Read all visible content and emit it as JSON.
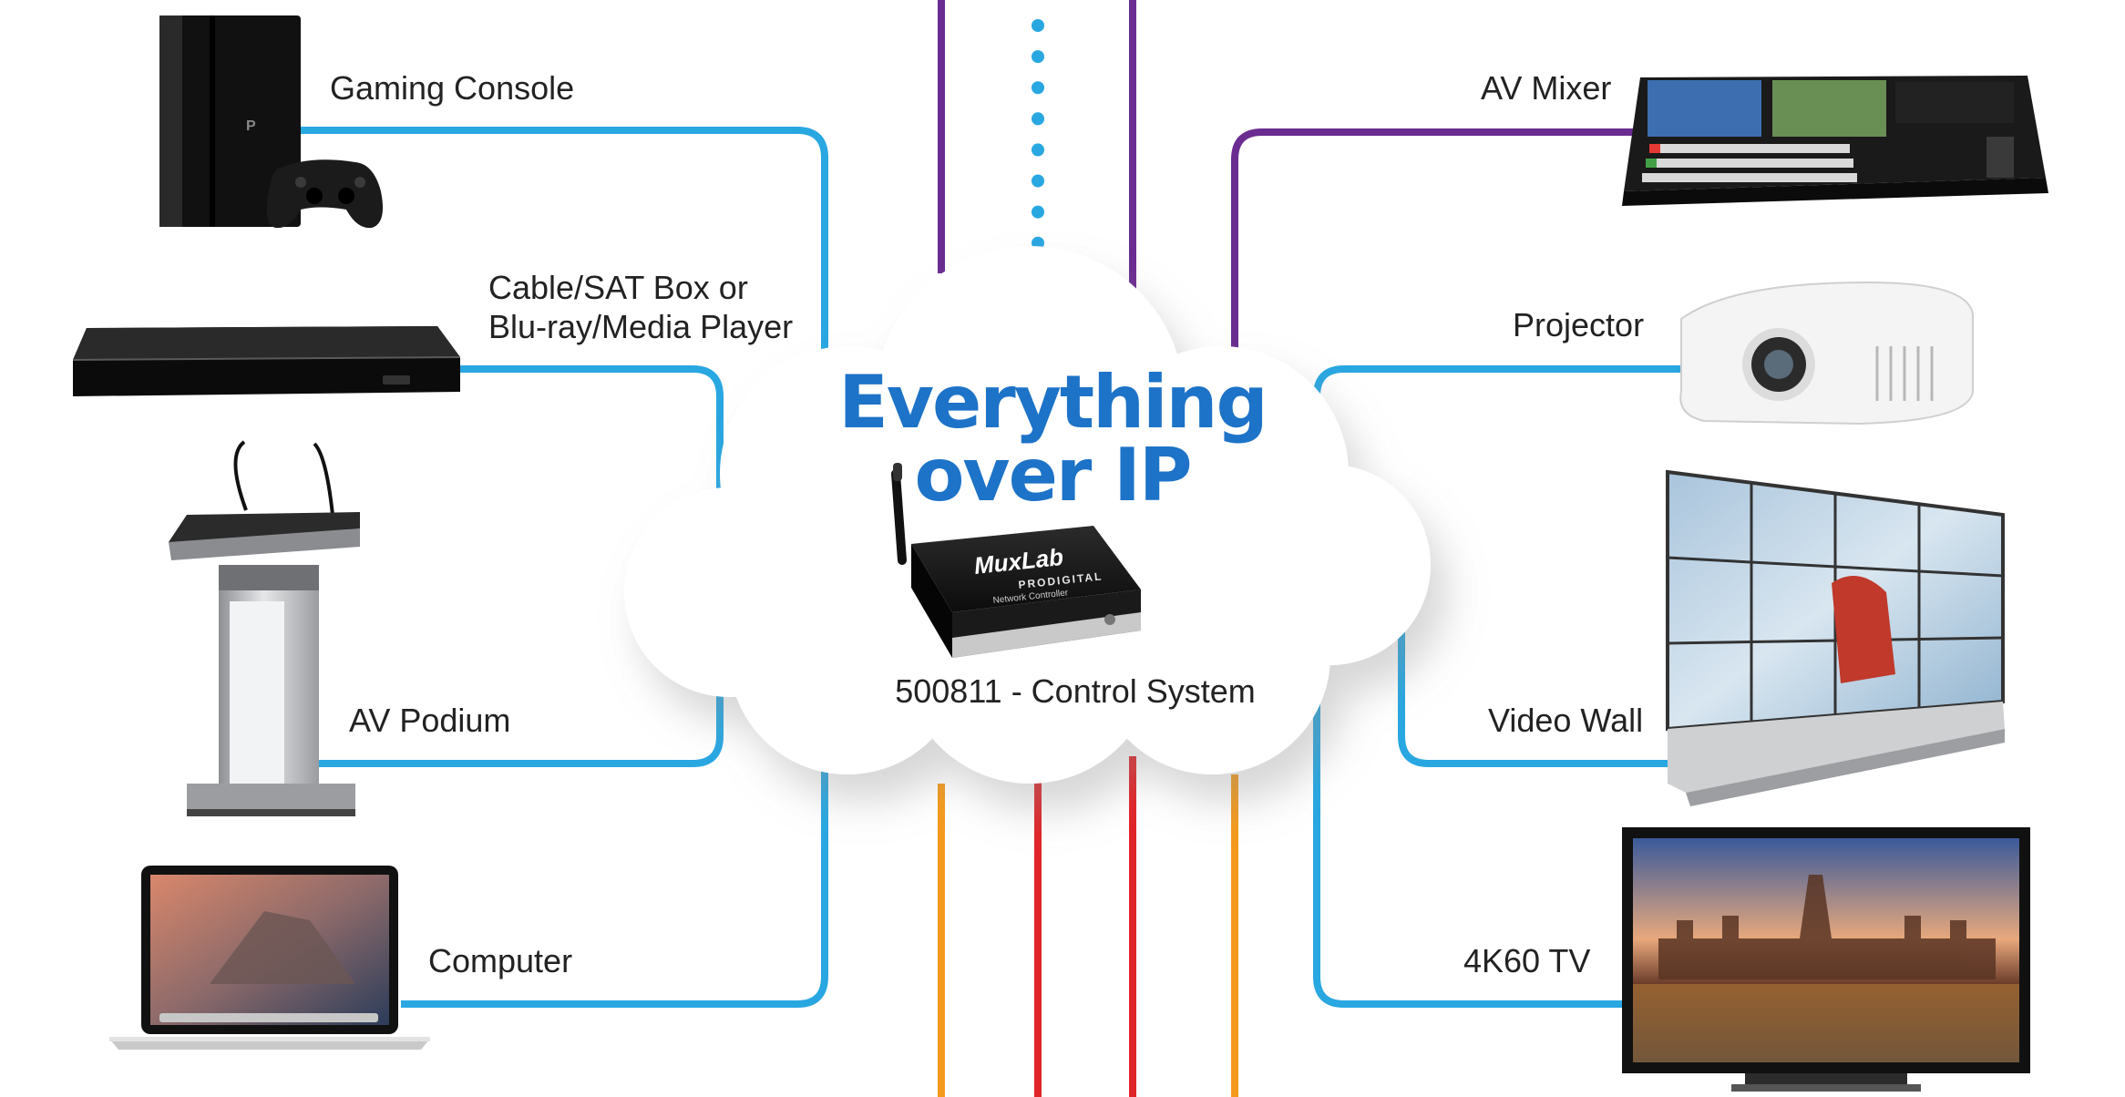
{
  "title": {
    "line1": "Everything",
    "line2": "over IP"
  },
  "controller": {
    "label": "500811 - Control System",
    "brand": "MuxLab",
    "brand_sub": "PRODIGITAL",
    "brand_caption": "Network Controller"
  },
  "devices_left": {
    "gaming": "Gaming Console",
    "cable_line1": "Cable/SAT Box or",
    "cable_line2": "Blu-ray/Media Player",
    "podium": "AV Podium",
    "computer": "Computer"
  },
  "devices_right": {
    "mixer": "AV Mixer",
    "projector": "Projector",
    "videowall": "Video Wall",
    "tv": "4K60 TV"
  },
  "colors": {
    "blue_line": "#29a7e1",
    "purple_line": "#6b2c91",
    "orange_line": "#f39a1e",
    "red_line": "#e02529",
    "title_blue": "#1d73c7",
    "cloud": "#ffffff"
  }
}
